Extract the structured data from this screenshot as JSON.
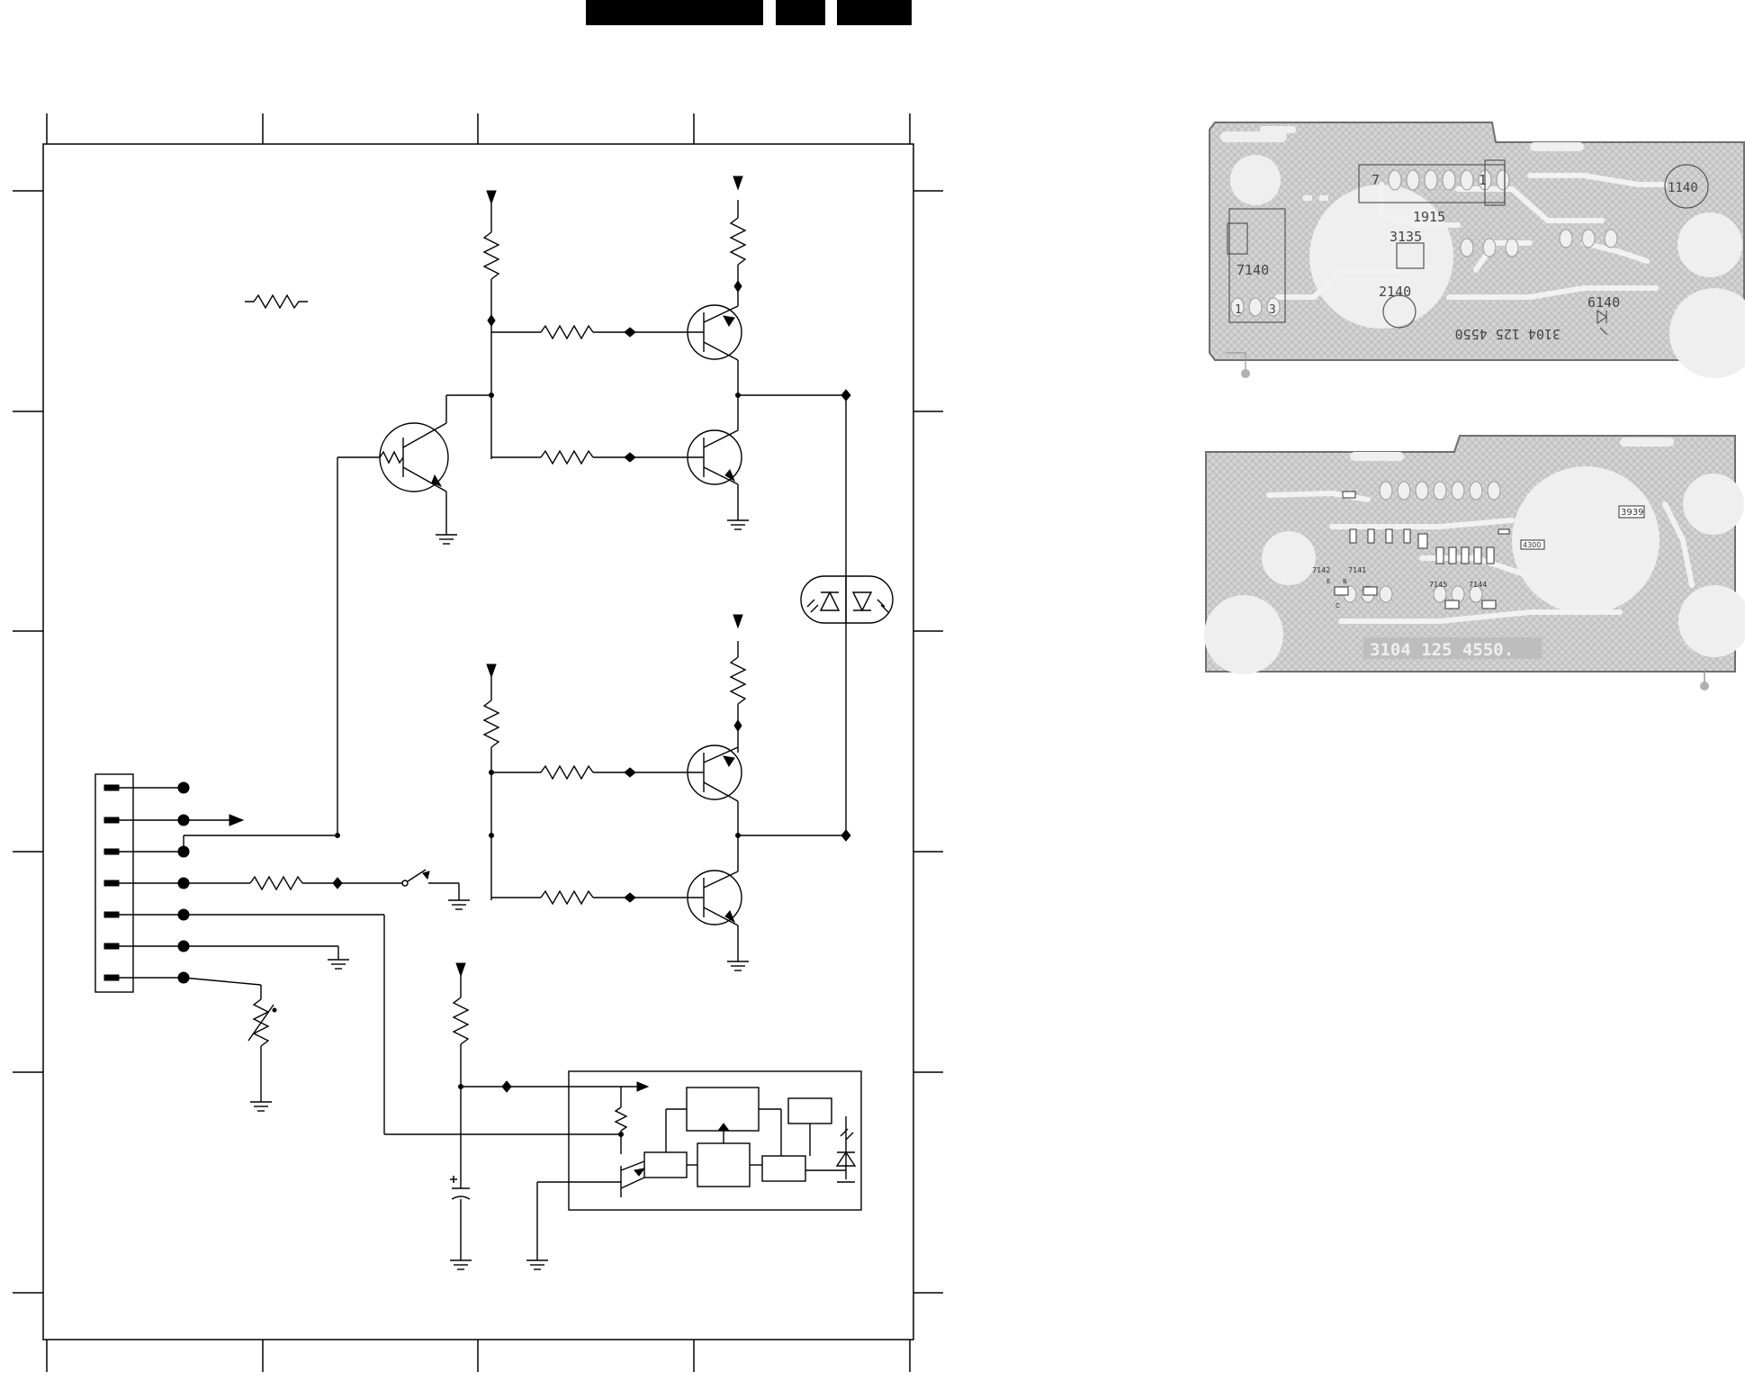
{
  "colors": {
    "ink": "#000000",
    "pcb_fill": "#d4d4d4",
    "pcb_hatch": "#bdbdbd",
    "pcb_trace": "#f2f2f2",
    "pcb_edge": "#6f6f6f",
    "label": "#444444"
  },
  "pcb_top": {
    "labels": {
      "connector_pin_left": "7",
      "connector_pin_right": "1",
      "connector_ref": "1915",
      "resistor_ref": "3135",
      "ic_ref": "7140",
      "ic_pin_1": "1",
      "ic_pin_3": "3",
      "cap_ref": "2140",
      "led_ref": "6140",
      "sensor_ref": "1140",
      "board_number": "3104 125 4550"
    }
  },
  "pcb_bottom": {
    "labels": {
      "part_a": "3939",
      "part_b": "4300",
      "tr_7142": "7142",
      "tr_7141": "7141",
      "tr_7145": "7145",
      "tr_7144": "7144",
      "pin_e": "E",
      "pin_b": "B",
      "pin_c": "C",
      "board_number": "3104 125 4550."
    }
  }
}
